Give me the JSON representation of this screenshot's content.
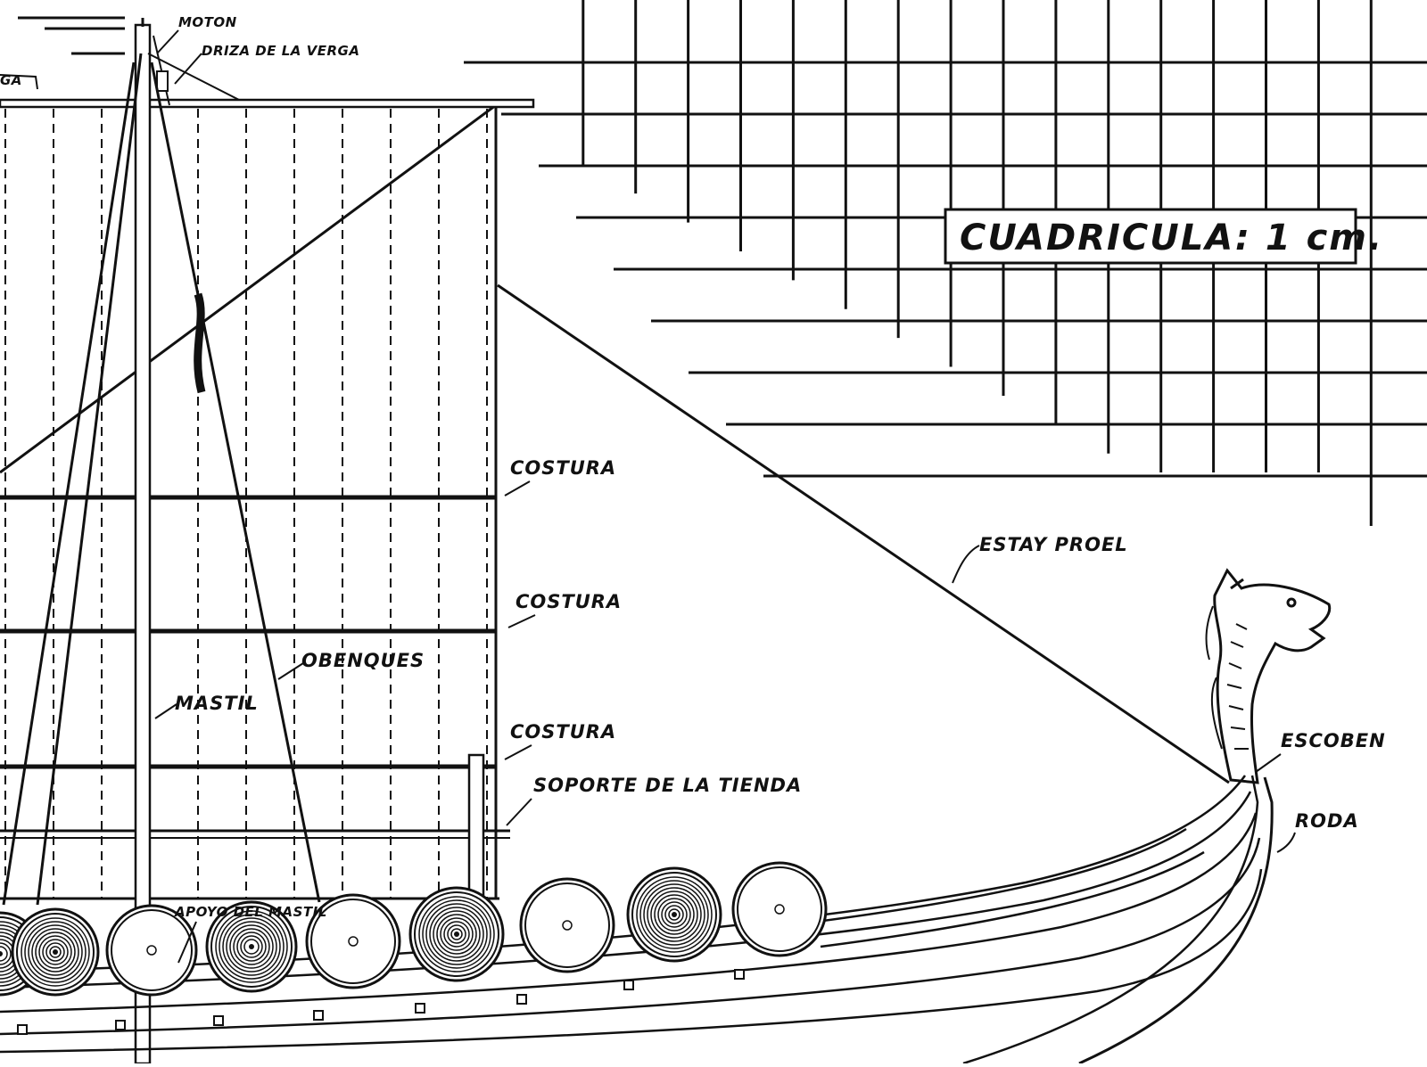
{
  "labels": {
    "moton": "MOTON",
    "driza": "DRIZA DE LA VERGA",
    "verga_partial": "GA",
    "scale": "CUADRICULA: 1 cm.",
    "costura_1": "COSTURA",
    "costura_2": "COSTURA",
    "costura_3": "COSTURA",
    "obenques": "OBENQUES",
    "mastil": "MASTIL",
    "soporte": "SOPORTE DE LA TIENDA",
    "estay": "ESTAY PROEL",
    "escoben": "ESCOBEN",
    "roda": "RODA",
    "apoyo": "APOYO DEL MASTIL"
  },
  "shields": [
    {
      "style": "ringed"
    },
    {
      "style": "ringed"
    },
    {
      "style": "plain"
    },
    {
      "style": "ringed"
    },
    {
      "style": "plain"
    },
    {
      "style": "ringed"
    },
    {
      "style": "plain"
    },
    {
      "style": "ringed"
    },
    {
      "style": "plain"
    }
  ]
}
